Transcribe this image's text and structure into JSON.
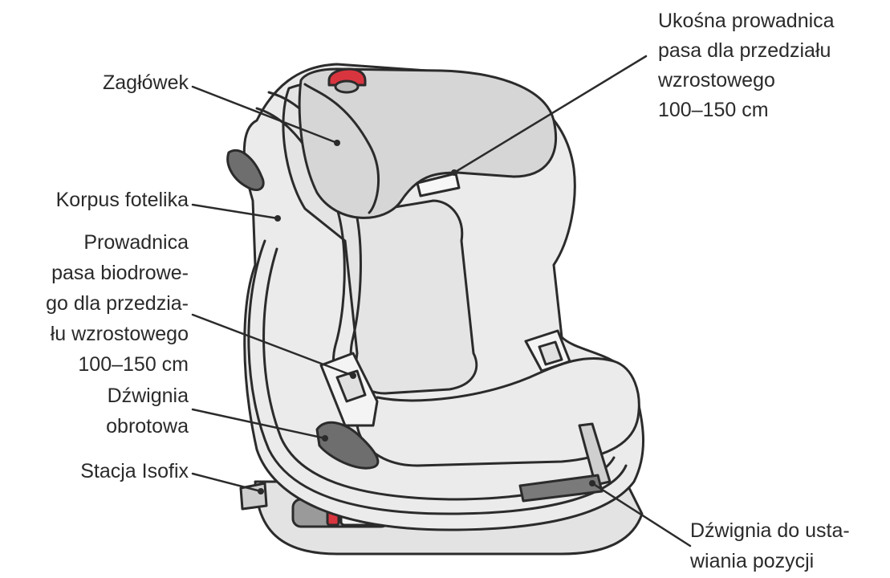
{
  "labels": {
    "headrest": [
      "Zagłówek"
    ],
    "shell": [
      "Korpus fotelika"
    ],
    "lap_belt_guide": [
      "Prowadnica",
      "pasa biodrowe-",
      "go dla przedzia-",
      "łu wzrostowego",
      "100–150 cm"
    ],
    "rotation_lever": [
      "Dźwignia",
      "obrotowa"
    ],
    "isofix": [
      "Stacja Isofix"
    ],
    "shoulder_belt_guide": [
      "Ukośna prowadnica",
      "pasa dla przedziału",
      "wzrostowego",
      "100–150 cm"
    ],
    "recline_lever": [
      "Dźwignia do usta-",
      "wiania pozycji"
    ]
  },
  "colors": {
    "line": "#2b2b2b",
    "shell_fill": "#ebebeb",
    "headrest_fill": "#d6d6d6",
    "dark_part": "#6e6e6e",
    "accent_red": "#d9353f",
    "text": "#2a2a2a"
  }
}
